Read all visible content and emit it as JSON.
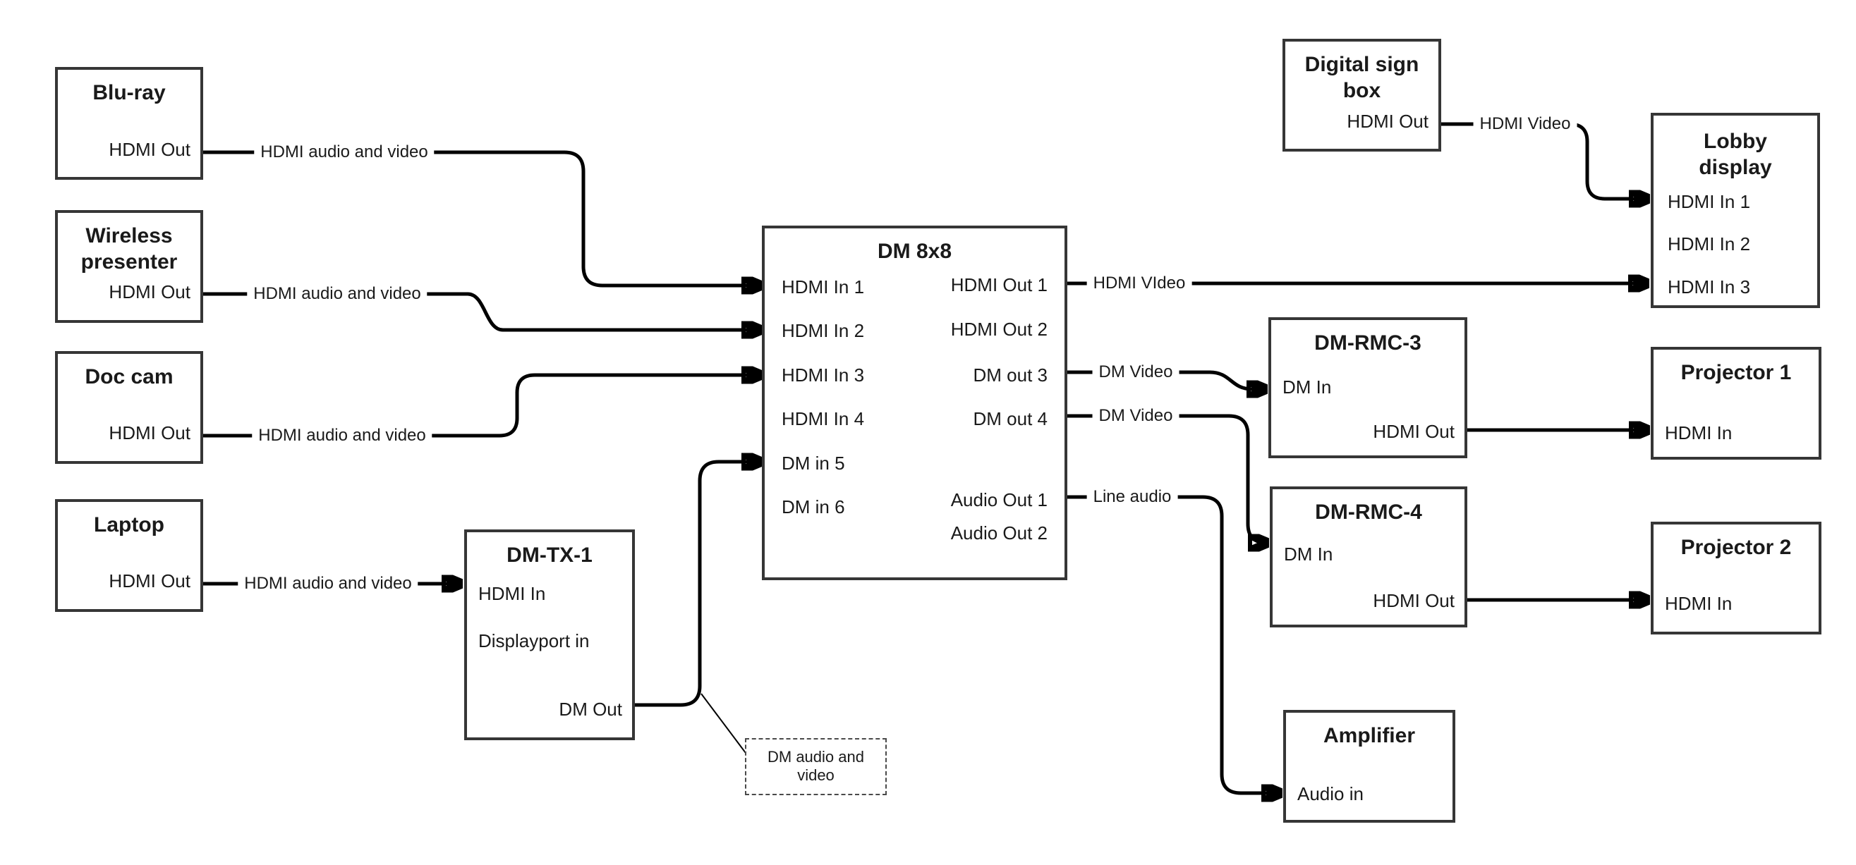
{
  "nodes": {
    "bluray": {
      "title": "Blu-ray",
      "port": "HDMI Out"
    },
    "wireless": {
      "title_lines": [
        "Wireless",
        "presenter"
      ],
      "port": "HDMI Out"
    },
    "doccam": {
      "title": "Doc cam",
      "port": "HDMI Out"
    },
    "laptop": {
      "title": "Laptop",
      "port": "HDMI Out"
    },
    "dmtx1": {
      "title": "DM-TX-1",
      "port_hdmi_in": "HDMI In",
      "port_dp_in": "Displayport in",
      "port_dm_out": "DM Out"
    },
    "dm8x8": {
      "title": "DM 8x8",
      "inputs": [
        "HDMI In 1",
        "HDMI In 2",
        "HDMI In 3",
        "HDMI In 4",
        "DM in 5",
        "DM in 6"
      ],
      "outputs": [
        "HDMI Out 1",
        "HDMI Out 2",
        "DM out 3",
        "DM out 4",
        "Audio Out 1",
        "Audio Out 2"
      ]
    },
    "signbox": {
      "title_lines": [
        "Digital sign",
        "box"
      ],
      "port": "HDMI Out"
    },
    "lobby": {
      "title_lines": [
        "Lobby",
        "display"
      ],
      "ports": [
        "HDMI In 1",
        "HDMI In 2",
        "HDMI In 3"
      ]
    },
    "dmrmc3": {
      "title": "DM-RMC-3",
      "port_dm_in": "DM In",
      "port_hdmi_out": "HDMI Out"
    },
    "dmrmc4": {
      "title": "DM-RMC-4",
      "port_dm_in": "DM In",
      "port_hdmi_out": "HDMI Out"
    },
    "proj1": {
      "title": "Projector 1",
      "port": "HDMI In"
    },
    "proj2": {
      "title": "Projector 2",
      "port": "HDMI In"
    },
    "amp": {
      "title": "Amplifier",
      "port": "Audio in"
    }
  },
  "edge_labels": {
    "bluray": "HDMI audio and video",
    "wireless": "HDMI audio and video",
    "doccam": "HDMI audio and video",
    "laptop": "HDMI audio and video",
    "signbox": "HDMI Video",
    "hdmi_out1": "HDMI VIdeo",
    "dm_out3": "DM Video",
    "dm_out4": "DM Video",
    "audio_out1": "Line audio"
  },
  "note_lines": [
    "DM audio and",
    "video"
  ],
  "colors": {
    "wire": "#000000",
    "border": "#363636",
    "background": "#ffffff"
  }
}
